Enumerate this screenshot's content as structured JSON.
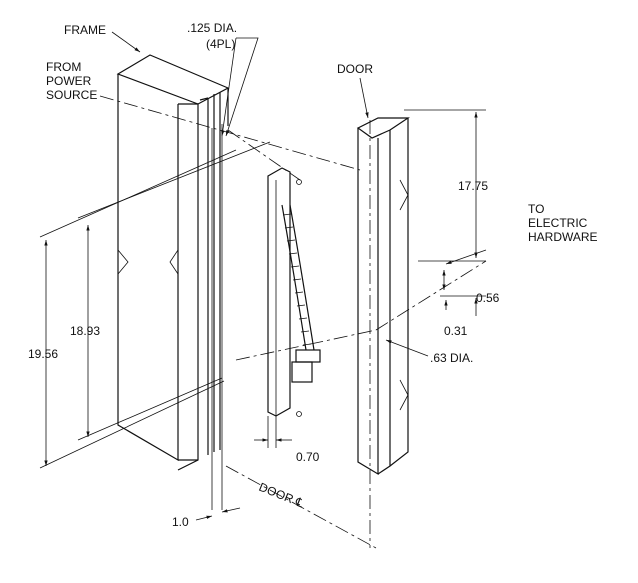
{
  "labels": {
    "frame": "FRAME",
    "hole_dia": ".125 DIA.",
    "hole_count": "(4PL)",
    "from_power_1": "FROM",
    "from_power_2": "POWER",
    "from_power_3": "SOURCE",
    "door": "DOOR",
    "to_electric_1": "TO",
    "to_electric_2": "ELECTRIC",
    "to_electric_3": "HARDWARE",
    "bore_dia": ".63 DIA.",
    "door_centerline": "DOOR ℄"
  },
  "dimensions": {
    "d_17_75": "17.75",
    "d_0_56": "0.56",
    "d_0_31": "0.31",
    "d_18_93": "18.93",
    "d_19_56": "19.56",
    "d_0_70": "0.70",
    "d_1_0": "1.0"
  }
}
